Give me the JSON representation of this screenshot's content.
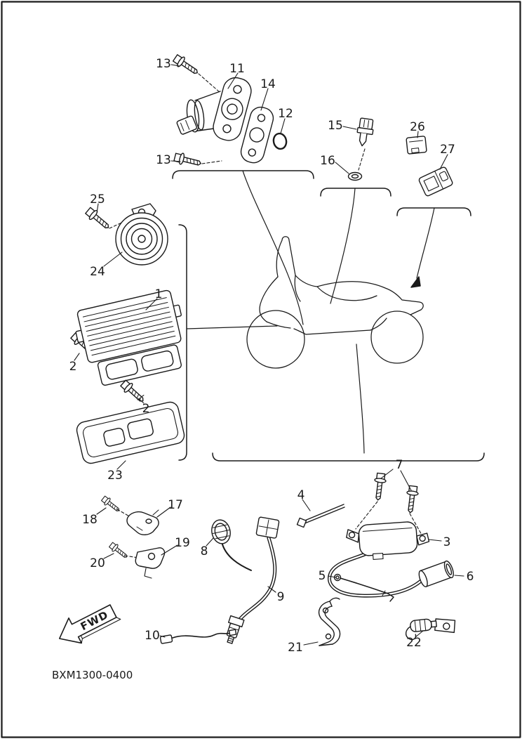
{
  "diagram": {
    "code": "BXM1300-0400",
    "fwd_label": "FWD",
    "colors": {
      "line": "#1a1a1a",
      "background": "#ffffff"
    },
    "callouts": [
      {
        "ref": "13-upper",
        "text": "13"
      },
      {
        "ref": "11",
        "text": "11"
      },
      {
        "ref": "14",
        "text": "14"
      },
      {
        "ref": "12",
        "text": "12"
      },
      {
        "ref": "13-lower",
        "text": "13"
      },
      {
        "ref": "15",
        "text": "15"
      },
      {
        "ref": "16",
        "text": "16"
      },
      {
        "ref": "26",
        "text": "26"
      },
      {
        "ref": "27",
        "text": "27"
      },
      {
        "ref": "25",
        "text": "25"
      },
      {
        "ref": "24",
        "text": "24"
      },
      {
        "ref": "1",
        "text": "1"
      },
      {
        "ref": "2-left",
        "text": "2"
      },
      {
        "ref": "2-lower",
        "text": "2"
      },
      {
        "ref": "23",
        "text": "23"
      },
      {
        "ref": "18",
        "text": "18"
      },
      {
        "ref": "17",
        "text": "17"
      },
      {
        "ref": "20",
        "text": "20"
      },
      {
        "ref": "19",
        "text": "19"
      },
      {
        "ref": "8",
        "text": "8"
      },
      {
        "ref": "9",
        "text": "9"
      },
      {
        "ref": "10",
        "text": "10"
      },
      {
        "ref": "4",
        "text": "4"
      },
      {
        "ref": "7",
        "text": "7"
      },
      {
        "ref": "3",
        "text": "3"
      },
      {
        "ref": "5",
        "text": "5"
      },
      {
        "ref": "6",
        "text": "6"
      },
      {
        "ref": "21",
        "text": "21"
      },
      {
        "ref": "22",
        "text": "22"
      }
    ]
  }
}
